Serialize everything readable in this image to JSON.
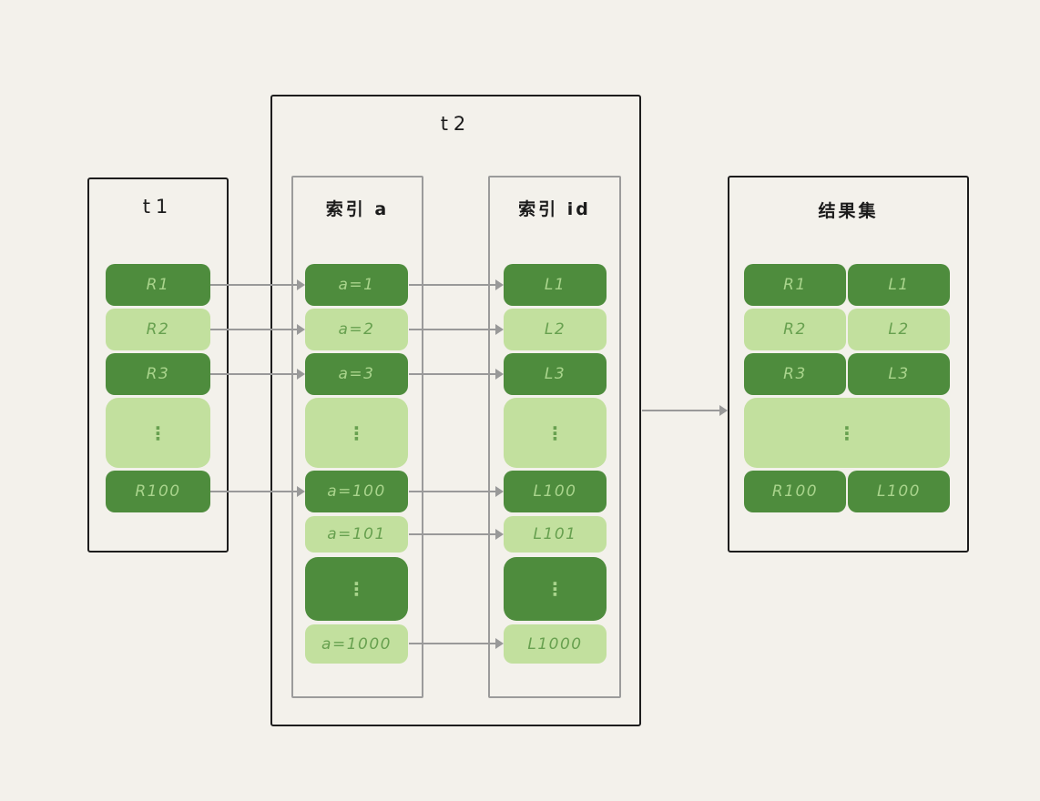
{
  "palette": {
    "background": "#f3f1eb",
    "block_dark": "#4e8c3d",
    "block_light": "#c2e09e",
    "text_on_dark": "#a9d48c",
    "text_on_light": "#67a04f",
    "outer_border": "#1d1d1d",
    "inner_border": "#9b9b9b",
    "arrow": "#999999"
  },
  "t1": {
    "title": "t1",
    "rows": [
      {
        "label": "R1"
      },
      {
        "label": "R2"
      },
      {
        "label": "R3"
      },
      {
        "label": "⋮"
      },
      {
        "label": "R100"
      }
    ]
  },
  "t2": {
    "title": "t2",
    "index_a": {
      "title": "索引 a",
      "rows": [
        {
          "label": "a=1"
        },
        {
          "label": "a=2"
        },
        {
          "label": "a=3"
        },
        {
          "label": "⋮"
        },
        {
          "label": "a=100"
        },
        {
          "label": "a=101"
        },
        {
          "label": "⋮"
        },
        {
          "label": "a=1000"
        }
      ]
    },
    "index_id": {
      "title": "索引 id",
      "rows": [
        {
          "label": "L1"
        },
        {
          "label": "L2"
        },
        {
          "label": "L3"
        },
        {
          "label": "⋮"
        },
        {
          "label": "L100"
        },
        {
          "label": "L101"
        },
        {
          "label": "⋮"
        },
        {
          "label": "L1000"
        }
      ]
    }
  },
  "result": {
    "title": "结果集",
    "rows": [
      {
        "left": "R1",
        "right": "L1"
      },
      {
        "left": "R2",
        "right": "L2"
      },
      {
        "left": "R3",
        "right": "L3"
      },
      {
        "dots": "⋮"
      },
      {
        "left": "R100",
        "right": "L100"
      }
    ]
  }
}
